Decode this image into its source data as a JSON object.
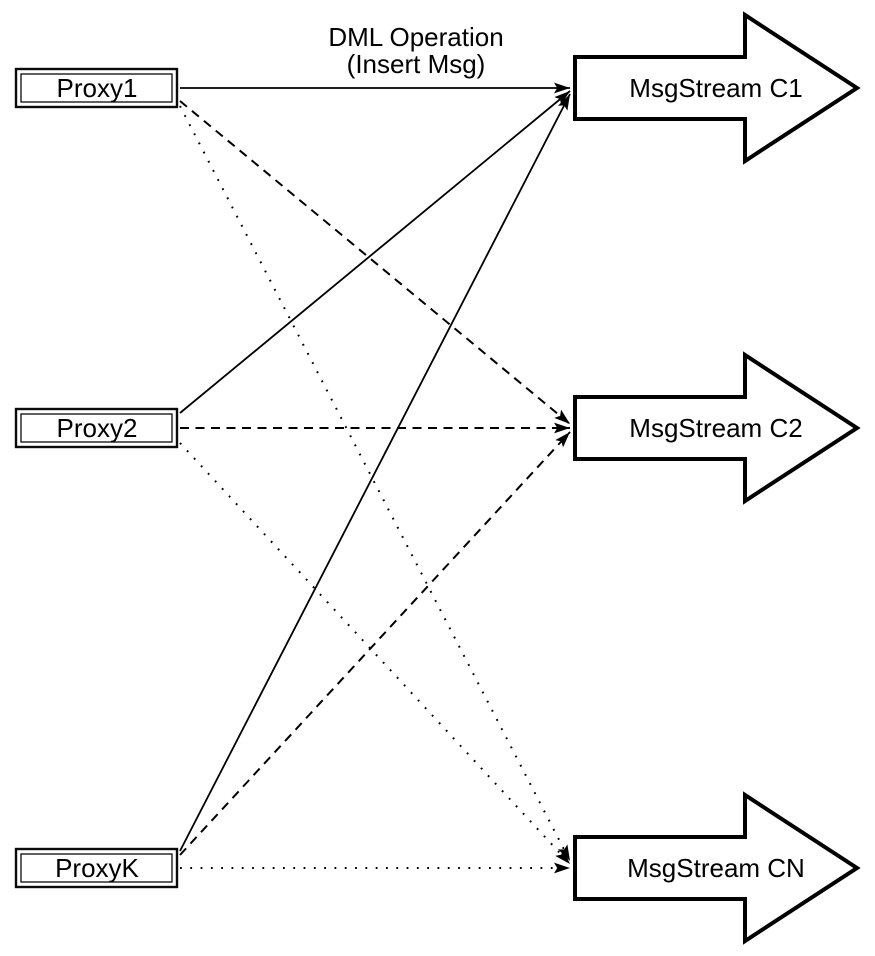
{
  "annotation": {
    "line1": "DML Operation",
    "line2": "(Insert Msg)"
  },
  "proxies": [
    {
      "label": "Proxy1"
    },
    {
      "label": "Proxy2"
    },
    {
      "label": "ProxyK"
    }
  ],
  "streams": [
    {
      "label": "MsgStream C1"
    },
    {
      "label": "MsgStream C2"
    },
    {
      "label": "MsgStream CN"
    }
  ],
  "connections": [
    {
      "from": "Proxy1",
      "to": "MsgStream C1",
      "style": "solid"
    },
    {
      "from": "Proxy2",
      "to": "MsgStream C1",
      "style": "solid"
    },
    {
      "from": "ProxyK",
      "to": "MsgStream C1",
      "style": "solid"
    },
    {
      "from": "Proxy1",
      "to": "MsgStream C2",
      "style": "dashed"
    },
    {
      "from": "Proxy2",
      "to": "MsgStream C2",
      "style": "dashed"
    },
    {
      "from": "ProxyK",
      "to": "MsgStream C2",
      "style": "dashed"
    },
    {
      "from": "Proxy1",
      "to": "MsgStream CN",
      "style": "dotted"
    },
    {
      "from": "Proxy2",
      "to": "MsgStream CN",
      "style": "dotted"
    },
    {
      "from": "ProxyK",
      "to": "MsgStream CN",
      "style": "dotted"
    }
  ],
  "colors": {
    "ink": "#000000",
    "background": "#ffffff"
  }
}
